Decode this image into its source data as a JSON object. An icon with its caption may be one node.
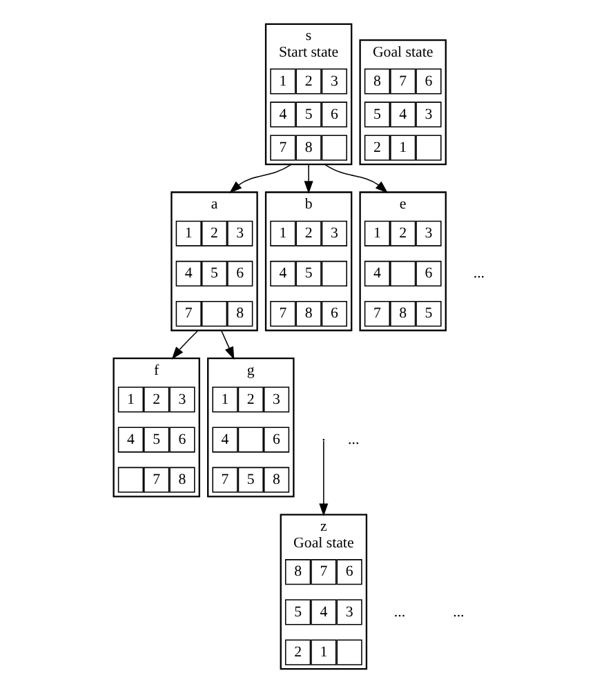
{
  "diagram": {
    "nodes": [
      {
        "text": [],
        "shape": "box",
        "beside": [
          "s",
          "Start state"
        ]
      },
      {
        "text": [
          "1"
        ],
        "in": 0
      },
      {
        "text": [
          "2"
        ],
        "in": 0
      },
      {
        "text": [
          "3"
        ],
        "in": 0
      },
      {
        "text": [
          "4"
        ],
        "in": 0
      },
      {
        "text": [
          "5"
        ],
        "in": 0
      },
      {
        "text": [
          "6"
        ],
        "in": 0
      },
      {
        "text": [
          "7"
        ],
        "in": 0
      },
      {
        "text": [
          "8"
        ],
        "in": 0
      },
      {
        "text": [],
        "shape": "box",
        "in": 0
      },
      {
        "text": [],
        "shape": "box",
        "beside": [
          "Goal state"
        ]
      },
      {
        "text": [
          "8"
        ],
        "in": 10
      },
      {
        "text": [
          "7"
        ],
        "in": 10
      },
      {
        "text": [
          "6"
        ],
        "in": 10
      },
      {
        "text": [
          "5"
        ],
        "in": 10
      },
      {
        "text": [
          "4"
        ],
        "in": 10
      },
      {
        "text": [
          "3"
        ],
        "in": 10
      },
      {
        "text": [
          "2"
        ],
        "in": 10
      },
      {
        "text": [
          "1"
        ],
        "in": 10
      },
      {
        "text": [],
        "shape": "box",
        "in": 10
      },
      {
        "text": [],
        "shape": "box",
        "beside": [
          "a"
        ]
      },
      {
        "text": [
          "1"
        ],
        "in": 20
      },
      {
        "text": [
          "2"
        ],
        "in": 20
      },
      {
        "text": [
          "3"
        ],
        "in": 20
      },
      {
        "text": [
          "4"
        ],
        "in": 20
      },
      {
        "text": [
          "5"
        ],
        "in": 20
      },
      {
        "text": [
          "6"
        ],
        "in": 20
      },
      {
        "text": [
          "7"
        ],
        "in": 20
      },
      {
        "text": [],
        "shape": "box",
        "in": 20
      },
      {
        "text": [
          "8"
        ],
        "in": 20
      },
      {
        "text": [],
        "shape": "box",
        "beside": [
          "b"
        ]
      },
      {
        "text": [
          "1"
        ],
        "in": 30
      },
      {
        "text": [
          "2"
        ],
        "in": 30
      },
      {
        "text": [
          "3"
        ],
        "in": 30
      },
      {
        "text": [
          "4"
        ],
        "in": 30
      },
      {
        "text": [
          "5"
        ],
        "in": 30
      },
      {
        "text": [],
        "shape": "box",
        "in": 30
      },
      {
        "text": [
          "7"
        ],
        "in": 30
      },
      {
        "text": [
          "8"
        ],
        "in": 30
      },
      {
        "text": [
          "6"
        ],
        "in": 30
      },
      {
        "text": [],
        "shape": "box",
        "beside": [
          "e"
        ]
      },
      {
        "text": [
          "1"
        ],
        "in": 40
      },
      {
        "text": [
          "2"
        ],
        "in": 40
      },
      {
        "text": [
          "3"
        ],
        "in": 40
      },
      {
        "text": [
          "4"
        ],
        "in": 40
      },
      {
        "text": [],
        "shape": "box",
        "in": 40
      },
      {
        "text": [
          "6"
        ],
        "in": 40
      },
      {
        "text": [
          "7"
        ],
        "in": 40
      },
      {
        "text": [
          "8"
        ],
        "in": 40
      },
      {
        "text": [
          "5"
        ],
        "in": 40
      },
      {
        "text": [],
        "shape": "box",
        "beside": [
          "f"
        ]
      },
      {
        "text": [
          "1"
        ],
        "in": 50
      },
      {
        "text": [
          "2"
        ],
        "in": 50
      },
      {
        "text": [
          "3"
        ],
        "in": 50
      },
      {
        "text": [
          "4"
        ],
        "in": 50
      },
      {
        "text": [
          "5"
        ],
        "in": 50
      },
      {
        "text": [
          "6"
        ],
        "in": 50
      },
      {
        "text": [],
        "shape": "box",
        "in": 50
      },
      {
        "text": [
          "7"
        ],
        "in": 50
      },
      {
        "text": [
          "8"
        ],
        "in": 50
      },
      {
        "text": [],
        "shape": "box",
        "beside": [
          "g"
        ]
      },
      {
        "text": [
          "1"
        ],
        "in": 60
      },
      {
        "text": [
          "2"
        ],
        "in": 60
      },
      {
        "text": [
          "3"
        ],
        "in": 60
      },
      {
        "text": [
          "4"
        ],
        "in": 60
      },
      {
        "text": [],
        "shape": "box",
        "in": 60
      },
      {
        "text": [
          "6"
        ],
        "in": 60
      },
      {
        "text": [
          "7"
        ],
        "in": 60
      },
      {
        "text": [
          "5"
        ],
        "in": 60
      },
      {
        "text": [
          "8"
        ],
        "in": 60
      },
      {
        "text": [],
        "shape": "box",
        "beside": [
          "z",
          "Goal state"
        ]
      },
      {
        "text": [
          "8"
        ],
        "in": 70
      },
      {
        "text": [
          "7"
        ],
        "in": 70
      },
      {
        "text": [
          "6"
        ],
        "in": 70
      },
      {
        "text": [
          "5"
        ],
        "in": 70
      },
      {
        "text": [
          "4"
        ],
        "in": 70
      },
      {
        "text": [
          "3"
        ],
        "in": 70
      },
      {
        "text": [
          "2"
        ],
        "in": 70
      },
      {
        "text": [
          "1"
        ],
        "in": 70
      },
      {
        "text": [],
        "shape": "box",
        "in": 70
      }
    ],
    "edges": [
      {
        "from": 0,
        "to": 20,
        "arrow": "to"
      },
      {
        "from": 0,
        "to": 30,
        "arrow": "to"
      },
      {
        "from": 0,
        "to": 40,
        "arrow": "to"
      },
      {
        "from": 20,
        "to": 50,
        "arrow": "to"
      },
      {
        "from": 20,
        "to": 60,
        "arrow": "to"
      },
      {
        "from": null,
        "to": 70,
        "arrow": "to"
      }
    ],
    "labels": [
      "...",
      "...",
      "...",
      "..."
    ]
  }
}
